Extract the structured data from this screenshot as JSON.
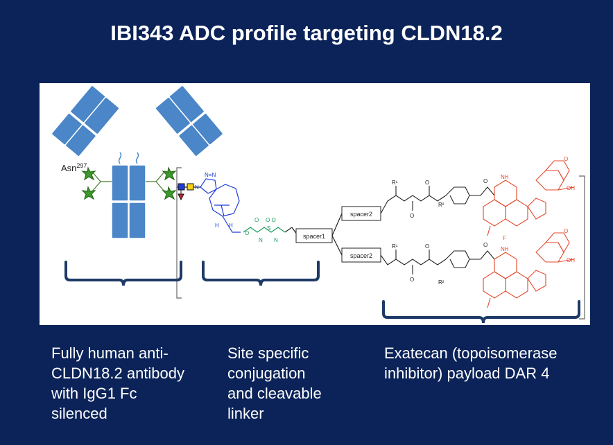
{
  "title": "IBI343 ADC profile targeting CLDN18.2",
  "figure": {
    "asn_label": "Asn",
    "asn_superscript": "297",
    "spacer1": "spacer1",
    "spacer2_top": "spacer2",
    "spacer2_bottom": "spacer2"
  },
  "captions": {
    "antibody": "Fully human anti-\nCLDN18.2 antibody\nwith IgG1 Fc\nsilenced",
    "linker": "Site specific\nconjugation\nand cleavable\nlinker",
    "payload": "Exatecan (topoisomerase\ninhibitor) payload DAR 4"
  },
  "colors": {
    "background": "#0b2358",
    "antibody": "#4a86c8",
    "linker_blue": "#1d3cd8",
    "linker_green": "#1a9a5a",
    "payload_red": "#e4472b",
    "brace": "#1e3a66"
  }
}
